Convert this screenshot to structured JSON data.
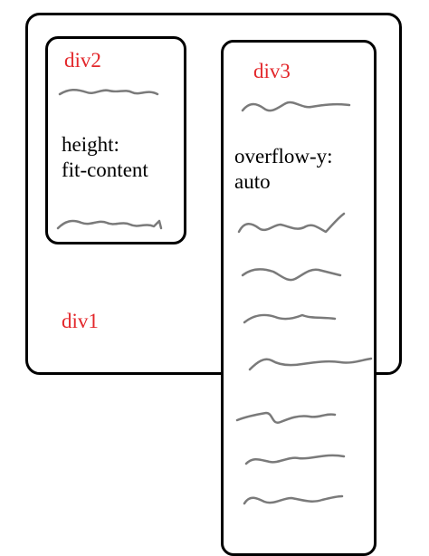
{
  "colors": {
    "outline": "#000000",
    "label": "#e3262a",
    "scribble": "#7a7a7a"
  },
  "div1": {
    "label": "div1"
  },
  "div2": {
    "label": "div2",
    "note_lines": [
      "height:",
      "fit-content"
    ]
  },
  "div3": {
    "label": "div3",
    "note_lines": [
      "overflow-y:",
      "auto"
    ]
  }
}
